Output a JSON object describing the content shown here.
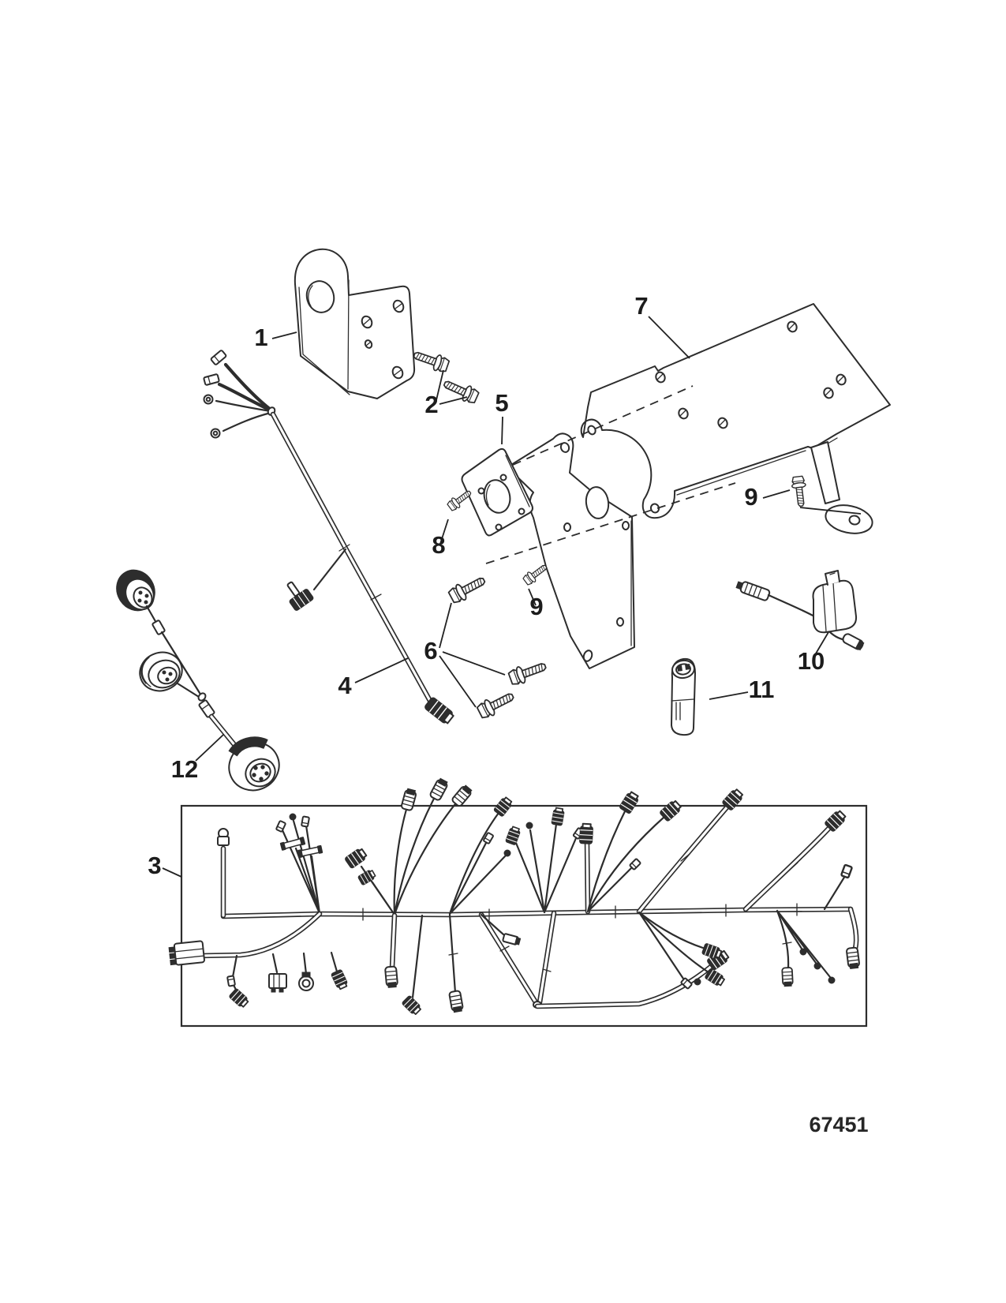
{
  "diagram": {
    "background_color": "#ffffff",
    "line_color": "#2d2d2d",
    "drawing_number": "67451",
    "callouts": [
      {
        "label": "1"
      },
      {
        "label": "2"
      },
      {
        "label": "3"
      },
      {
        "label": "4"
      },
      {
        "label": "5"
      },
      {
        "label": "6"
      },
      {
        "label": "7"
      },
      {
        "label": "8"
      },
      {
        "label": "9"
      },
      {
        "label": "9"
      },
      {
        "label": "10"
      },
      {
        "label": "11"
      },
      {
        "label": "12"
      }
    ]
  }
}
